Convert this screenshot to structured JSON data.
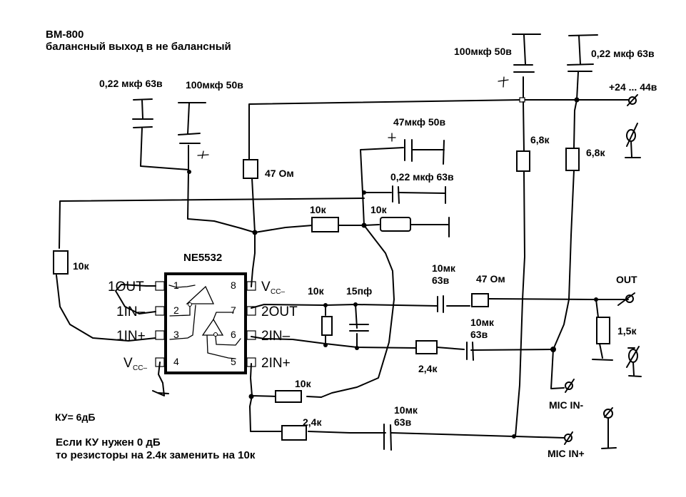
{
  "title": {
    "model": "ВМ-800",
    "subtitle": "балансный выход в не балансный"
  },
  "ic": {
    "name": "NE5532",
    "pins": {
      "p1": {
        "num": "1",
        "label": "1OUT"
      },
      "p2": {
        "num": "2",
        "label": "1IN–"
      },
      "p3": {
        "num": "3",
        "label": "1IN+"
      },
      "p4": {
        "num": "4",
        "label": "V",
        "sub": "CC–"
      },
      "p5": {
        "num": "5",
        "label": "2IN+"
      },
      "p6": {
        "num": "6",
        "label": "2IN–"
      },
      "p7": {
        "num": "7",
        "label": "2OUT"
      },
      "p8": {
        "num": "8",
        "label": "V",
        "sub": "CC–"
      }
    }
  },
  "components": {
    "c_left_022": "0,22 мкф 63в",
    "c_left_100": "100мкф 50в",
    "c_left_100_polarity": "+",
    "r_47_supply": "47 Ом",
    "c_47uf": "47мкф 50в",
    "c_47uf_polarity": "+",
    "c_022_mid": "0,22 мкф 63в",
    "r_10k_a": "10к",
    "r_10k_b": "10к",
    "r_10k_feedback1": "10к",
    "r_10k_out2": "10к",
    "c_15pf": "15пф",
    "c_10u_out_line1": "10мк",
    "c_10u_out_line2": "63в",
    "r_47_out": "47 Ом",
    "c_10u_in_minus_line1": "10мк",
    "c_10u_in_minus_line2": "63в",
    "r_24k_in_minus": "2,4к",
    "r_10k_in_plus": "10к",
    "r_24k_in_plus": "2,4к",
    "c_10u_in_plus_line1": "10мк",
    "c_10u_in_plus_line2": "63в",
    "c_100_right": "100мкф 50в",
    "c_100_right_polarity": "+",
    "c_022_right": "0,22 мкф 63в",
    "r_68k_a": "6,8к",
    "r_68k_b": "6,8к",
    "r_15k_out": "1,5к"
  },
  "terminals": {
    "supply": "+24 ... 44в",
    "out": "OUT",
    "mic_in_minus": "MIC IN-",
    "mic_in_plus": "MIC IN+"
  },
  "notes": {
    "gain": "КУ= 6дБ",
    "note_line1": "Если КУ нужен 0 дБ",
    "note_line2": "то резисторы на 2.4к заменить на 10к"
  }
}
